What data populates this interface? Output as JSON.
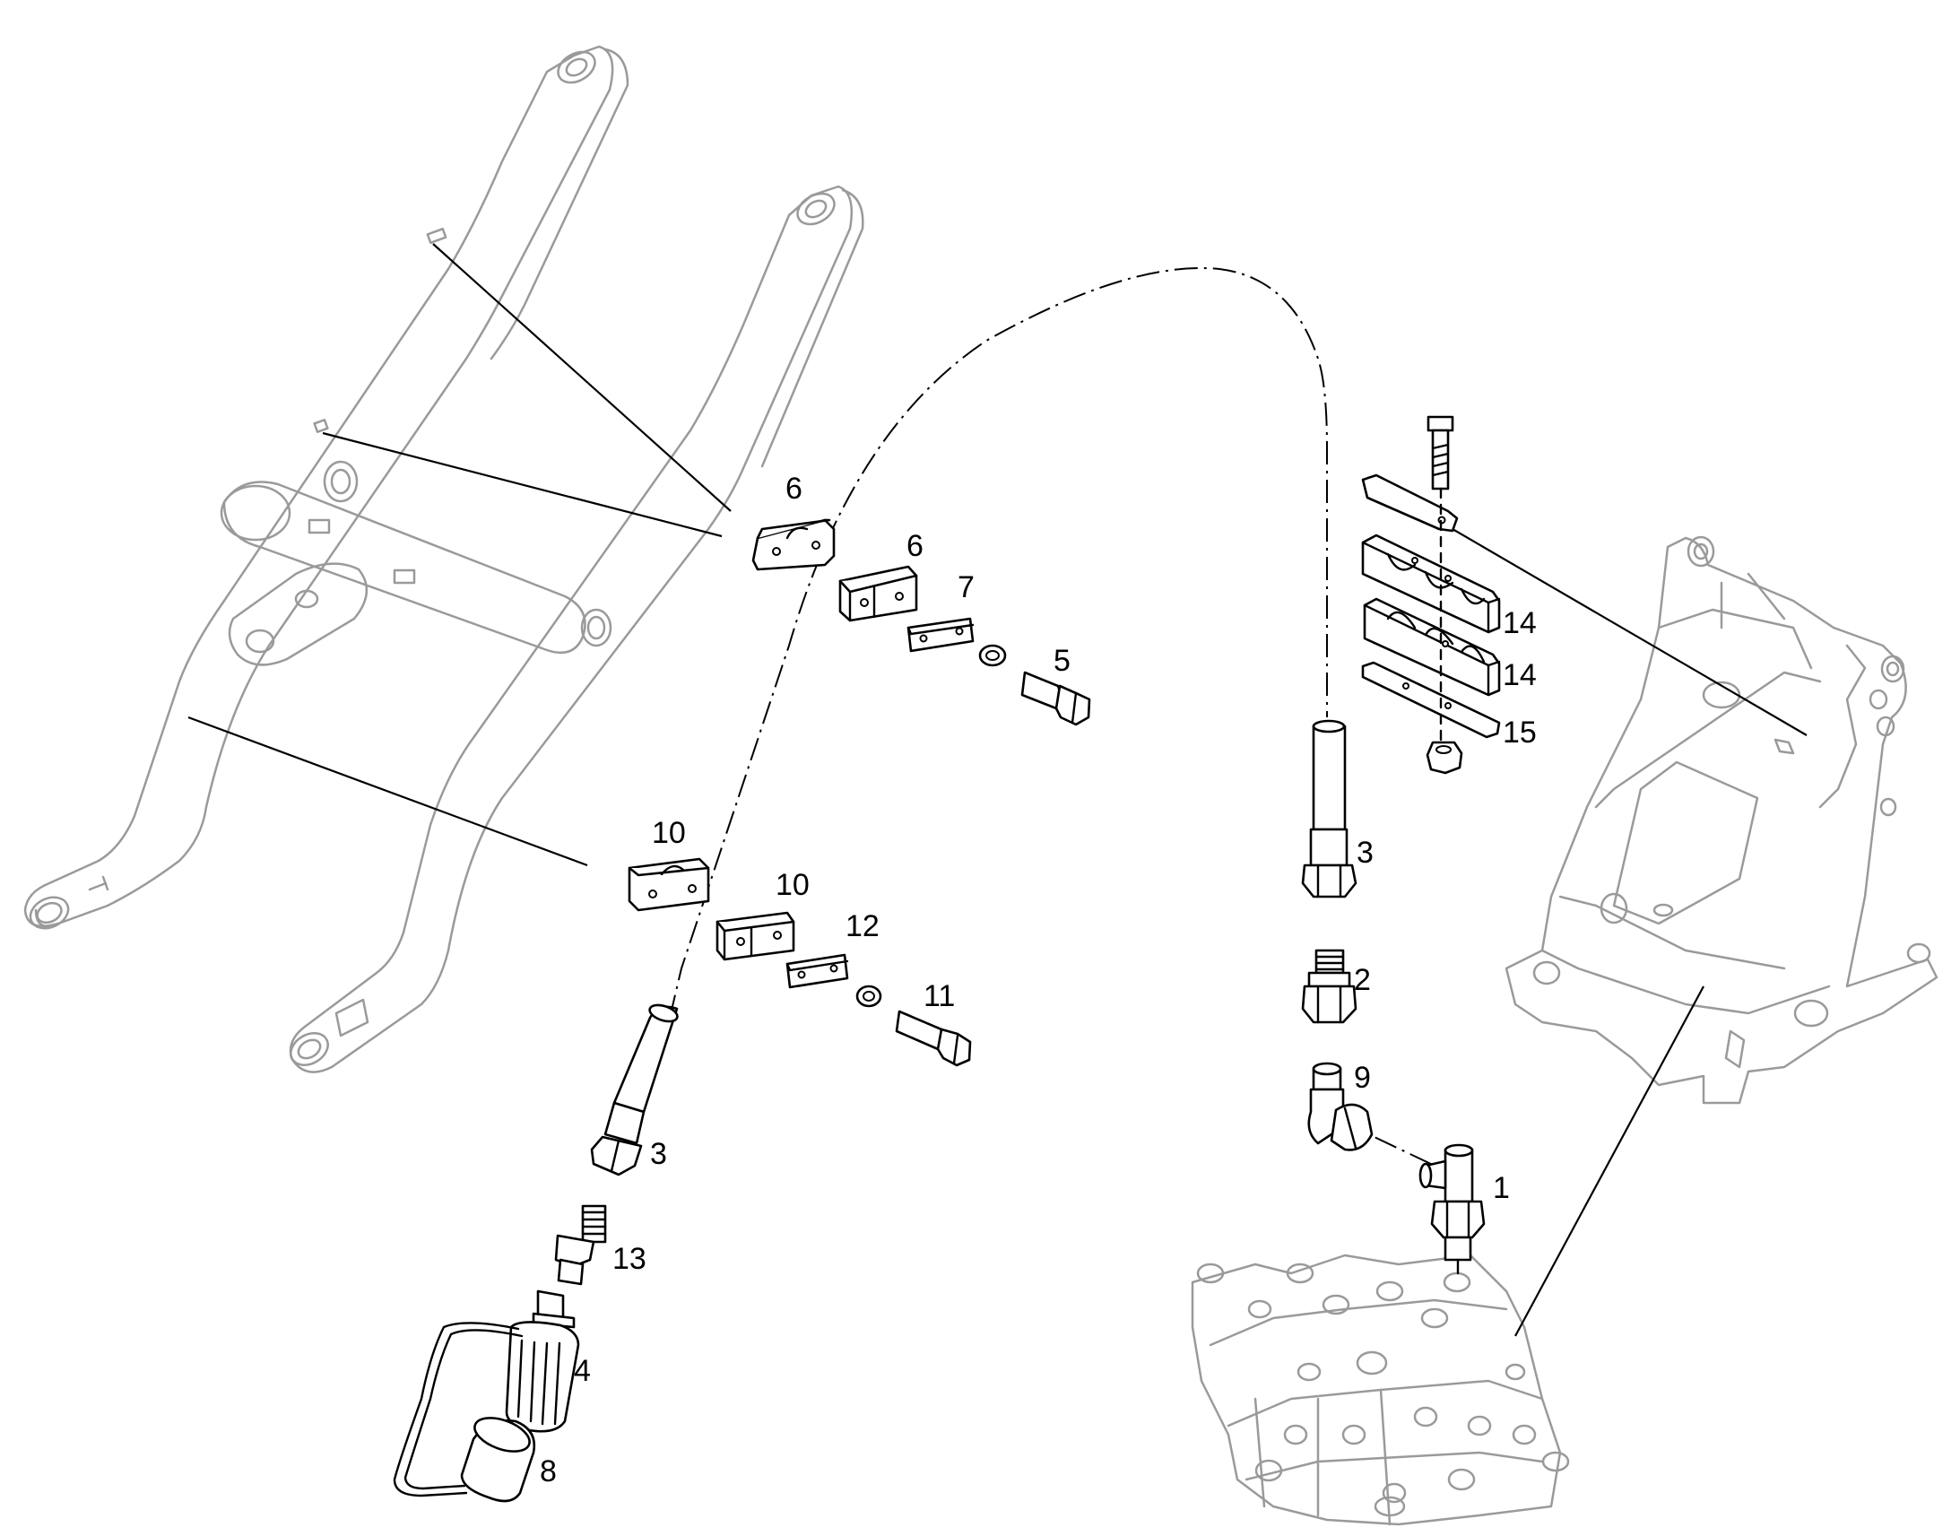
{
  "diagram": {
    "callouts": [
      {
        "id": "label-1",
        "text": "1"
      },
      {
        "id": "label-2",
        "text": "2"
      },
      {
        "id": "label-3a",
        "text": "3"
      },
      {
        "id": "label-3b",
        "text": "3"
      },
      {
        "id": "label-4",
        "text": "4"
      },
      {
        "id": "label-5",
        "text": "5"
      },
      {
        "id": "label-6a",
        "text": "6"
      },
      {
        "id": "label-6b",
        "text": "6"
      },
      {
        "id": "label-7",
        "text": "7"
      },
      {
        "id": "label-8",
        "text": "8"
      },
      {
        "id": "label-9",
        "text": "9"
      },
      {
        "id": "label-10a",
        "text": "10"
      },
      {
        "id": "label-10b",
        "text": "10"
      },
      {
        "id": "label-11",
        "text": "11"
      },
      {
        "id": "label-12",
        "text": "12"
      },
      {
        "id": "label-13",
        "text": "13"
      },
      {
        "id": "label-14a",
        "text": "14"
      },
      {
        "id": "label-14b",
        "text": "14"
      },
      {
        "id": "label-15",
        "text": "15"
      }
    ]
  }
}
